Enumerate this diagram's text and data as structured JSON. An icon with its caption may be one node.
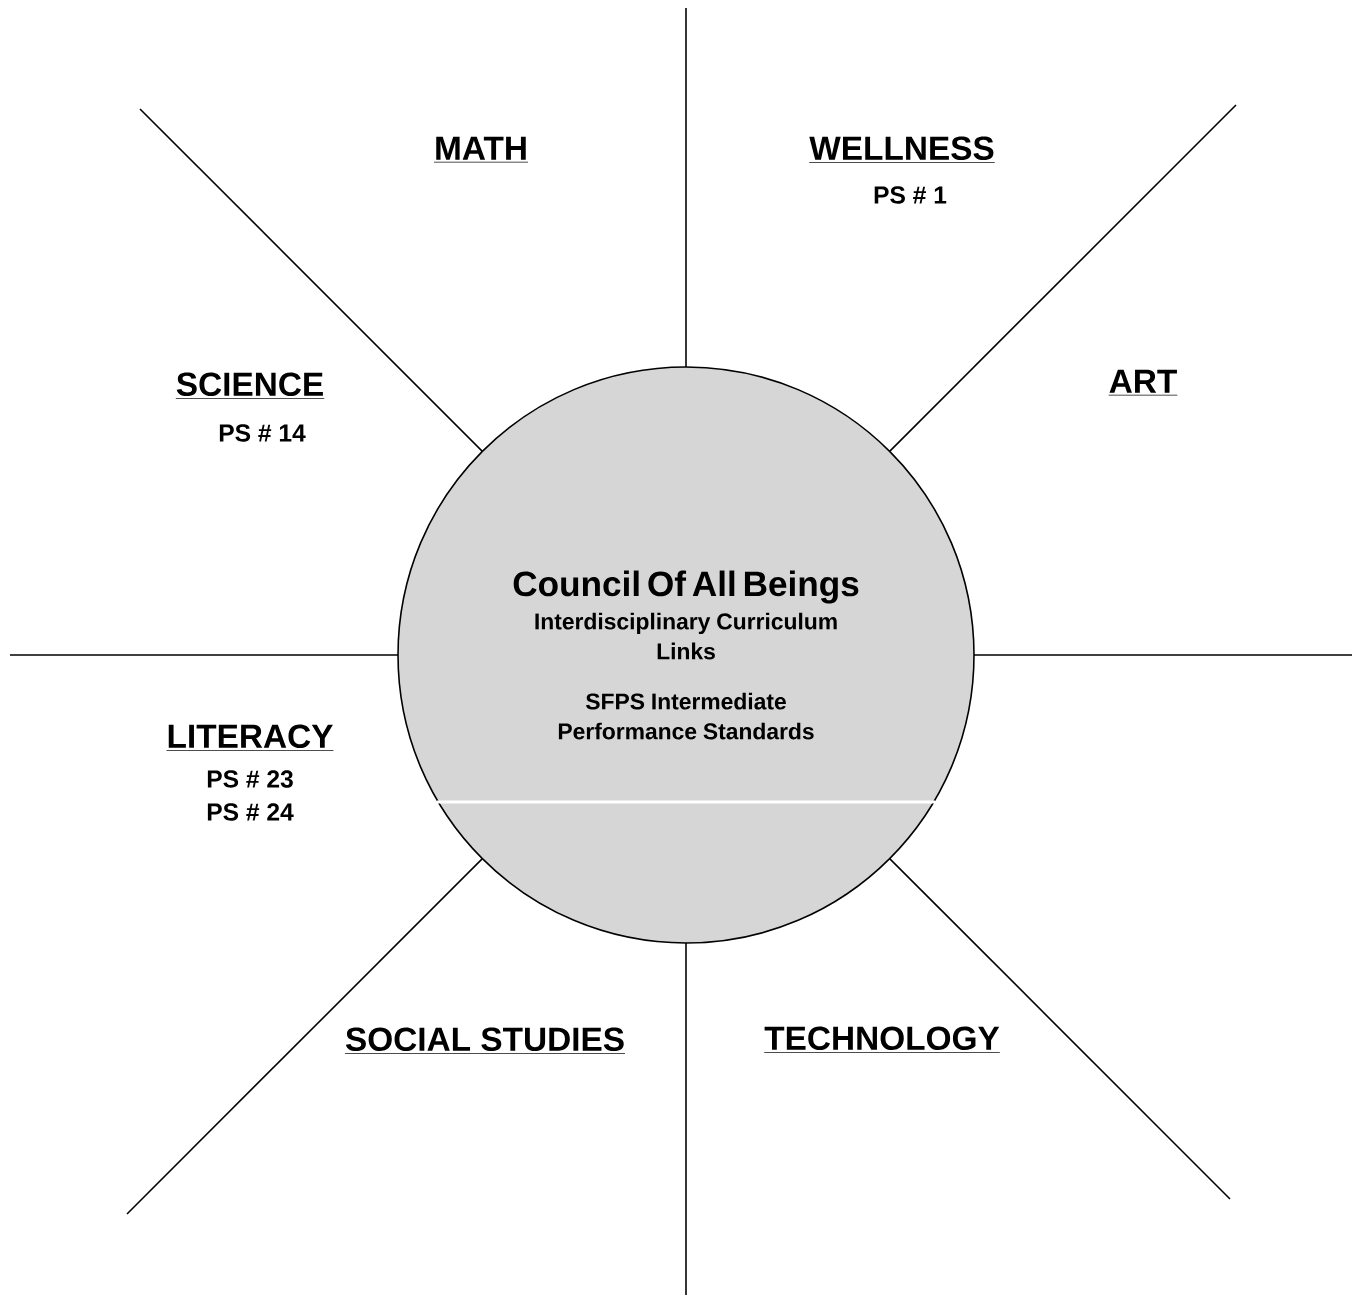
{
  "diagram": {
    "nodes": [
      {
        "text": [
          "Council Of All Beings",
          "Interdisciplinary Curriculum Links",
          "SFPS Intermediate Performance Standards"
        ]
      }
    ],
    "labels": [
      "MATH",
      "WELLNESS",
      "PS # 1",
      "SCIENCE",
      "PS # 14",
      "ART",
      "LITERACY",
      "PS # 23",
      "PS # 24",
      "SOCIAL STUDIES",
      "TECHNOLOGY"
    ]
  }
}
